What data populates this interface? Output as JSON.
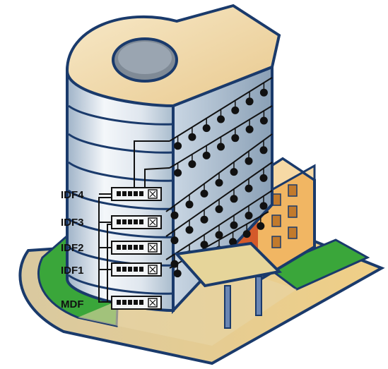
{
  "diagram": {
    "closets": [
      {
        "id": "idf4",
        "label": "IDF4"
      },
      {
        "id": "idf3",
        "label": "IDF3"
      },
      {
        "id": "idf2",
        "label": "IDF2"
      },
      {
        "id": "idf1",
        "label": "IDF1"
      },
      {
        "id": "mdf",
        "label": "MDF"
      }
    ]
  },
  "colors": {
    "outline": "#1a3a6b",
    "lawn": "#3aa63a",
    "ground": "#d7c38f",
    "tower_light": "#e9eef4",
    "tower_dark": "#8fa4b8",
    "annex": "#e8a34a",
    "annex_red": "#d45a2a",
    "canopy": "#e6d59a",
    "node": "#111111"
  }
}
